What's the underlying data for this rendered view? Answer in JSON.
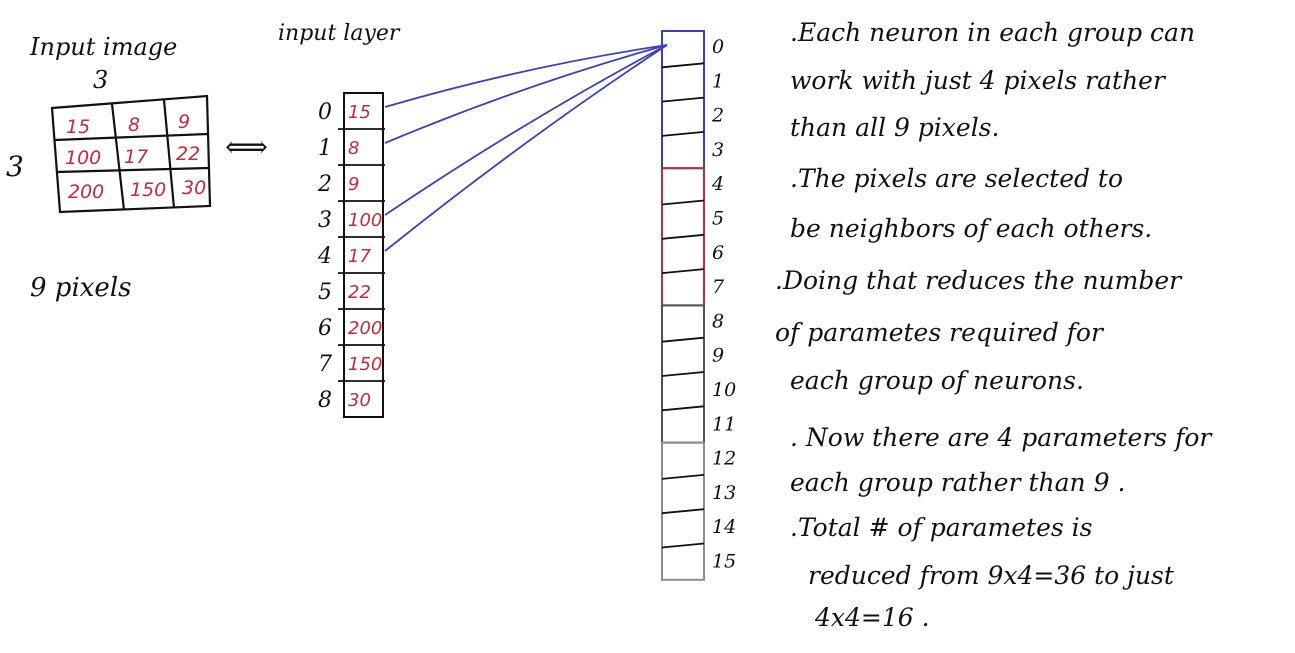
{
  "input_image": {
    "title": "Input image",
    "width_label": "3",
    "height_label": "3",
    "caption": "9 pixels",
    "grid": [
      [
        "15",
        "8",
        "9"
      ],
      [
        "100",
        "17",
        "22"
      ],
      [
        "200",
        "150",
        "30"
      ]
    ]
  },
  "arrow_symbol": "⟺",
  "input_layer": {
    "title": "input layer",
    "indices": [
      "0",
      "1",
      "2",
      "3",
      "4",
      "5",
      "6",
      "7",
      "8"
    ],
    "values": [
      "15",
      "8",
      "9",
      "100",
      "17",
      "22",
      "200",
      "150",
      "30"
    ]
  },
  "neurons": {
    "indices": [
      "0",
      "1",
      "2",
      "3",
      "4",
      "5",
      "6",
      "7",
      "8",
      "9",
      "10",
      "11",
      "12",
      "13",
      "14",
      "15"
    ],
    "group_colors": [
      "#3b3fc4",
      "#b8323a",
      "#555555",
      "#8a8a92"
    ],
    "connection_color": "#3b3fc4"
  },
  "notes": [
    ".Each neuron in each group can",
    "work with just 4 pixels rather",
    "than all 9 pixels.",
    ".The pixels are selected to",
    "be neighbors of each others.",
    ".Doing that reduces the number",
    "of parametes required for",
    "each group of neurons.",
    ". Now there are 4 parameters for",
    "each group rather than 9 .",
    ".Total # of parametes is",
    "reduced from 9x4=36 to just",
    "4x4=16 ."
  ]
}
